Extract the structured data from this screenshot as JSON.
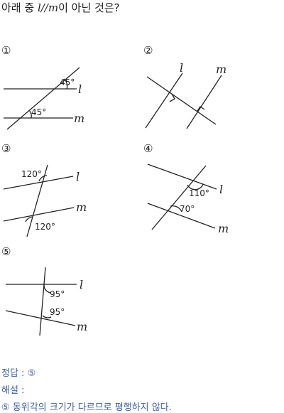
{
  "question": {
    "prefix": "아래 중 ",
    "math": "l//m",
    "suffix": "이 아닌 것은?"
  },
  "choices": [
    {
      "num": "①",
      "angle_top": "45°",
      "angle_bottom": "45°",
      "line_a": "l",
      "line_b": "m"
    },
    {
      "num": "②",
      "line_a": "l",
      "line_b": "m"
    },
    {
      "num": "③",
      "angle_top": "120°",
      "angle_bottom": "120°",
      "line_a": "l",
      "line_b": "m"
    },
    {
      "num": "④",
      "angle_top": "110°",
      "angle_bottom": "70°",
      "line_a": "l",
      "line_b": "m"
    },
    {
      "num": "⑤",
      "angle_top": "95°",
      "angle_bottom": "95°",
      "line_a": "l",
      "line_b": "m"
    }
  ],
  "answer": {
    "label": "정답 : ⑤",
    "explanation_label": "해설 :",
    "explanation": "⑤ 동위각의 크기가 다르므로 평행하지 않다."
  }
}
